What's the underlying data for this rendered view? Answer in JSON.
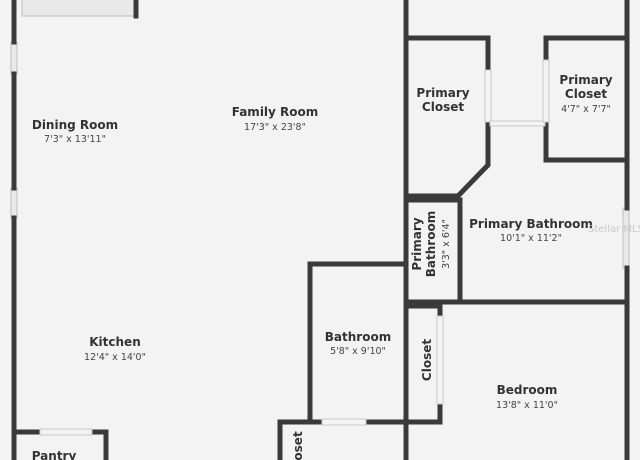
{
  "rooms": {
    "dining_room": {
      "name": "Dining Room",
      "dims": "7'3\" x 13'11\""
    },
    "family_room": {
      "name": "Family Room",
      "dims": "17'3\" x 23'8\""
    },
    "primary_closet_left": {
      "name_line1": "Primary",
      "name_line2": "Closet"
    },
    "primary_closet_right": {
      "name_line1": "Primary",
      "name_line2": "Closet",
      "dims": "4'7\" x 7'7\""
    },
    "primary_bathroom": {
      "name": "Primary Bathroom",
      "dims": "10'1\" x 11'2\""
    },
    "primary_bathroom_small": {
      "name_line1": "Primary",
      "name_line2": "Bathroom",
      "dims": "3'3\" x 6'4\""
    },
    "kitchen": {
      "name": "Kitchen",
      "dims": "12'4\" x 14'0\""
    },
    "bathroom": {
      "name": "Bathroom",
      "dims": "5'8\" x 9'10\""
    },
    "closet": {
      "name": "Closet"
    },
    "bedroom": {
      "name": "Bedroom",
      "dims": "13'8\" x 11'0\""
    },
    "pantry": {
      "name": "Pantry"
    },
    "closet_bottom": {
      "name": "loset"
    }
  },
  "watermark": "Stellar MLS"
}
